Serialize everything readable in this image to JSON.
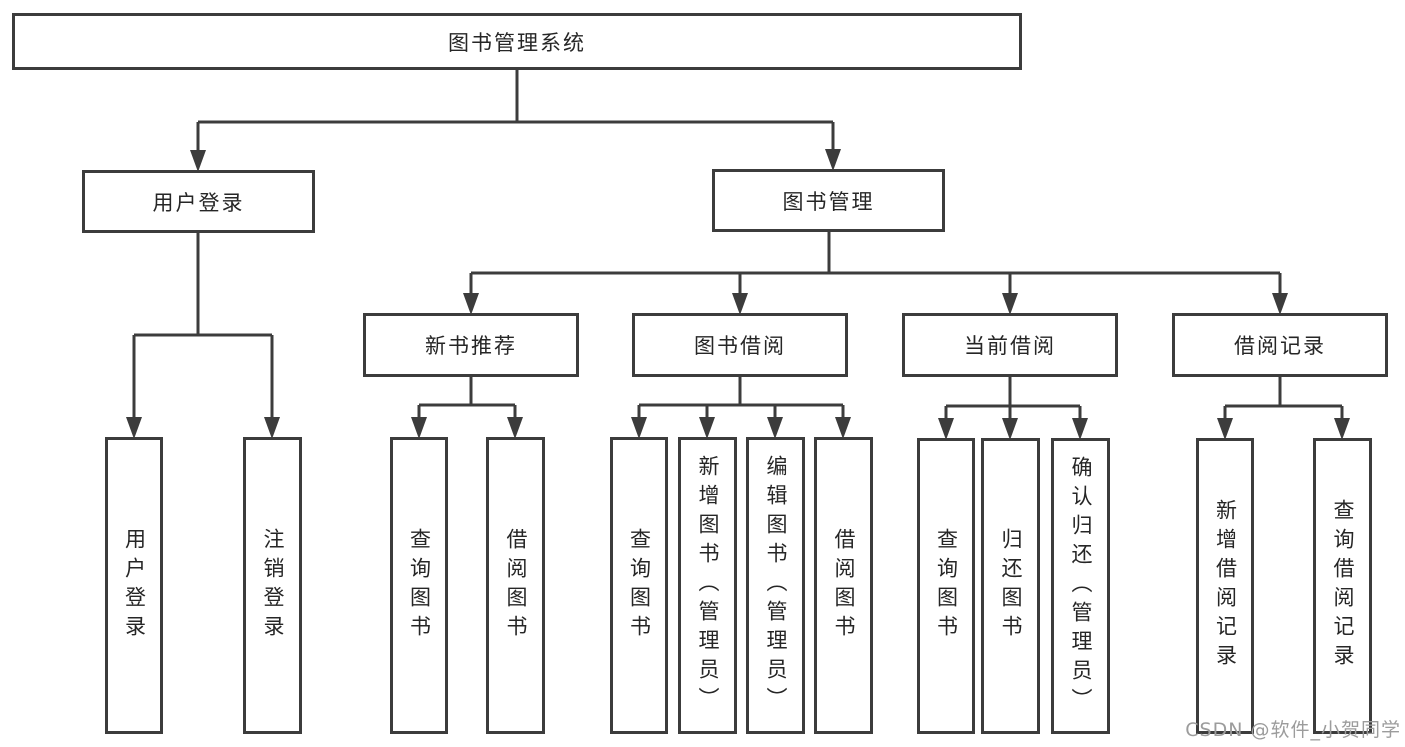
{
  "diagram_title": "图书管理系统",
  "colors": {
    "line": "#3c3c3c",
    "box_border": "#3c3c3c",
    "text": "#262626",
    "background": "#ffffff",
    "watermark": "#9c9c9c"
  },
  "tree": {
    "label": "图书管理系统",
    "children": [
      {
        "label": "用户登录",
        "children": [
          {
            "label": "用户登录"
          },
          {
            "label": "注销登录"
          }
        ]
      },
      {
        "label": "图书管理",
        "children": [
          {
            "label": "新书推荐",
            "children": [
              {
                "label": "查询图书"
              },
              {
                "label": "借阅图书"
              }
            ]
          },
          {
            "label": "图书借阅",
            "children": [
              {
                "label": "查询图书"
              },
              {
                "label": "新增图书（管理员）"
              },
              {
                "label": "编辑图书（管理员）"
              },
              {
                "label": "借阅图书"
              }
            ]
          },
          {
            "label": "当前借阅",
            "children": [
              {
                "label": "查询图书"
              },
              {
                "label": "归还图书"
              },
              {
                "label": "确认归还（管理员）"
              }
            ]
          },
          {
            "label": "借阅记录",
            "children": [
              {
                "label": "新增借阅记录"
              },
              {
                "label": "查询借阅记录"
              }
            ]
          }
        ]
      }
    ]
  },
  "watermark": {
    "text": "CSDN @软件_小贺同学"
  }
}
